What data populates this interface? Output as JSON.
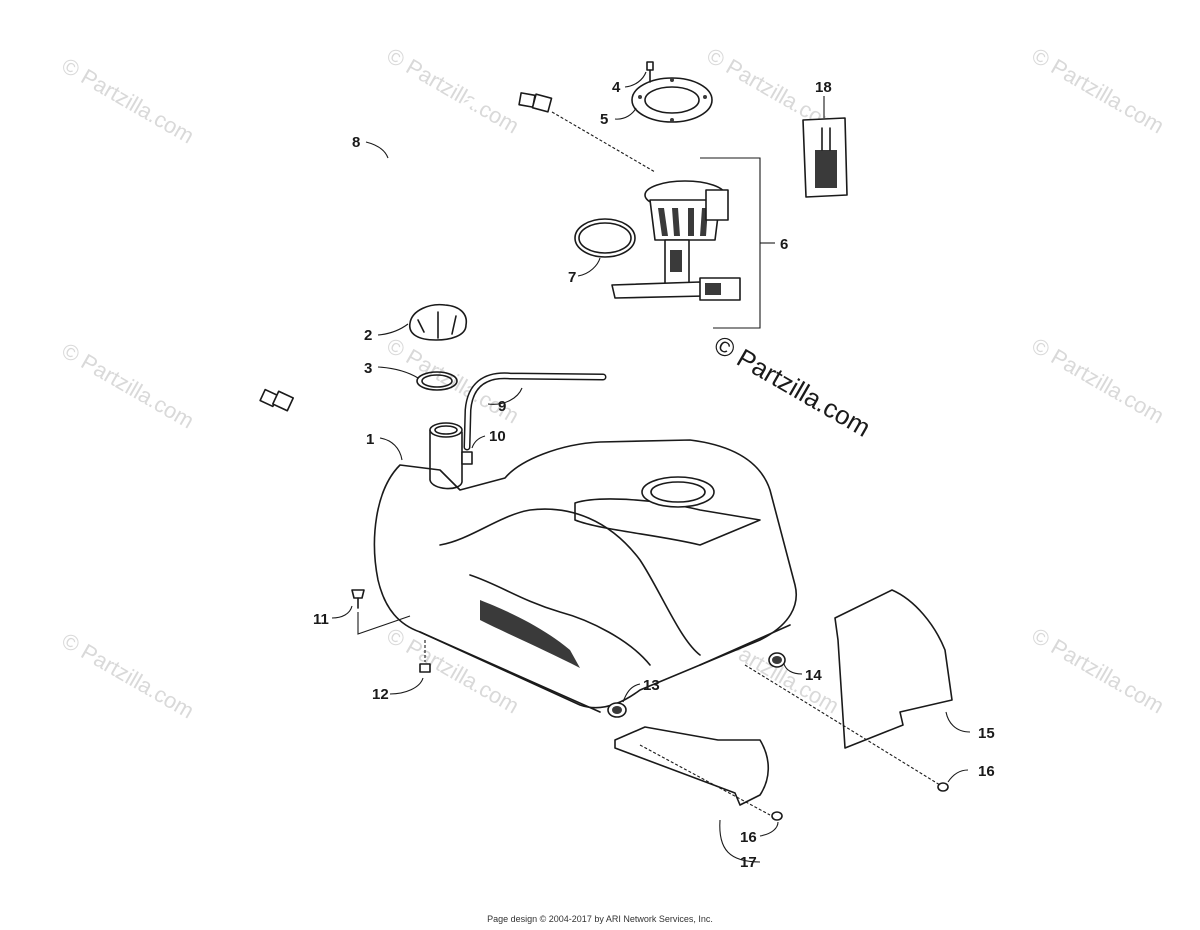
{
  "watermark": "© Partzilla.com",
  "footer": "Page design © 2004-2017 by ARI Network Services, Inc.",
  "callouts": [
    "1",
    "2",
    "3",
    "4",
    "5",
    "6",
    "7",
    "8",
    "9",
    "10",
    "11",
    "12",
    "13",
    "14",
    "15",
    "16",
    "16",
    "17",
    "18"
  ]
}
